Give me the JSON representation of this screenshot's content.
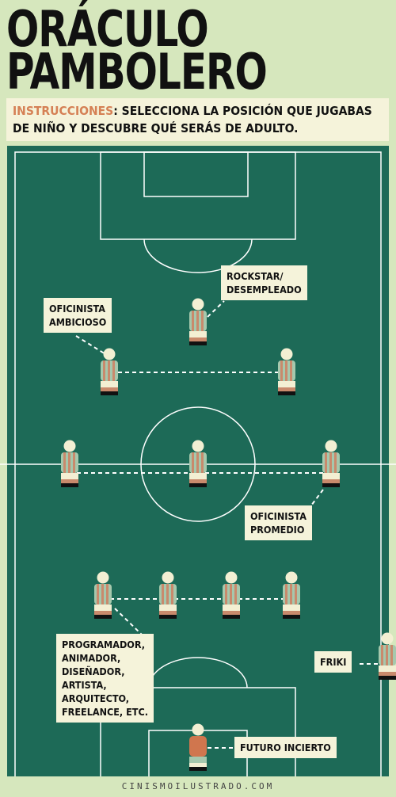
{
  "title": {
    "line1": "ORÁCULO",
    "line2": "PAMBOLERO"
  },
  "instructions": {
    "keyword": "INSTRUCCIONES",
    "text": ": SELECCIONA LA POSICIÓN QUE JUGABAS DE NIÑO Y DESCUBRE QUÉ SERÁS DE ADULTO."
  },
  "labels": {
    "forward": "ROCKSTAR/\nDESEMPLEADO",
    "midfield_top": "OFICINISTA\nAMBICIOSO",
    "midfield_center": "OFICINISTA\nPROMEDIO",
    "defense": "PROGRAMADOR,\nANIMADOR,\nDISEÑADOR,\nARTISTA,\nARQUITECTO,\nFREELANCE, ETC.",
    "bench": "FRIKI",
    "goalkeeper": "FUTURO INCIERTO"
  },
  "footer": "CINISMOILUSTRADO.COM",
  "colors": {
    "background": "#d6e7bd",
    "pitch": "#1d6a57",
    "label_bg": "#f5f3da",
    "accent": "#d58055",
    "stripe": "#c98a6c",
    "skin": "#f3efd3"
  }
}
